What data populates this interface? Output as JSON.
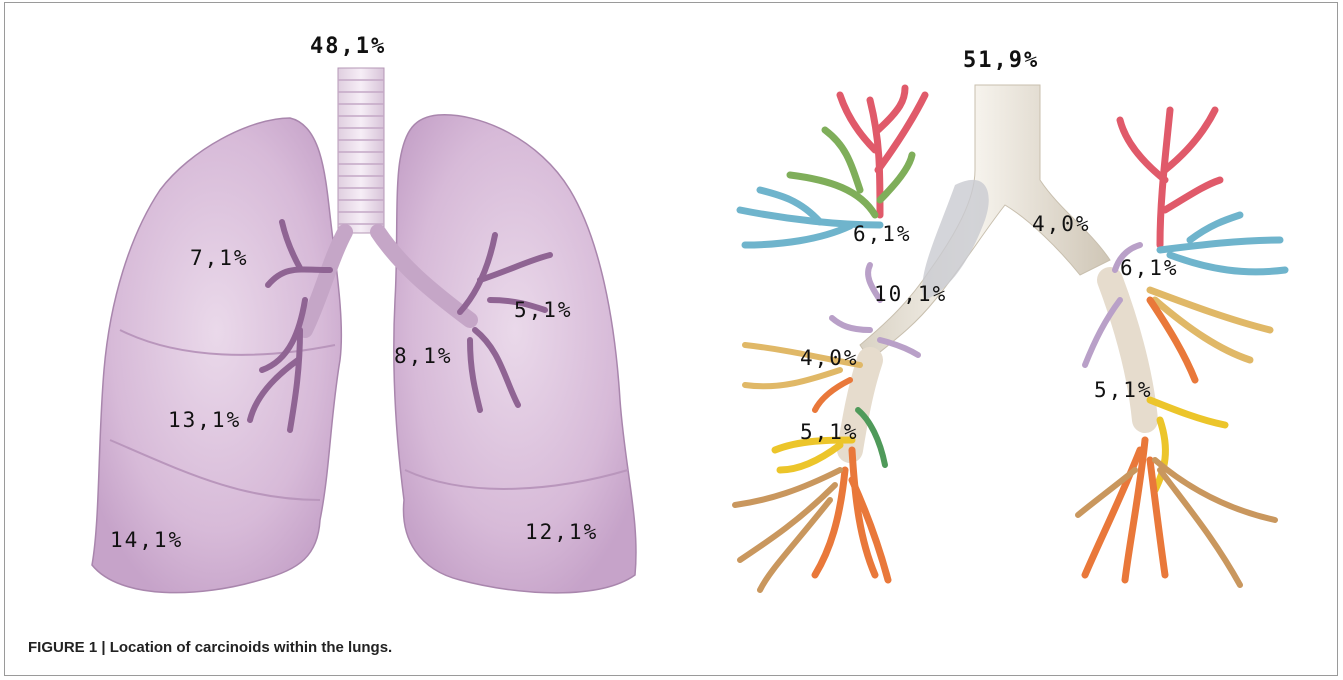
{
  "figure": {
    "caption_label": "FIGURE 1 | Location of carcinoids within the lungs."
  },
  "lungs": {
    "trachea_pct": "48,1%",
    "right_upper_pct": "7,1%",
    "right_middle_pct": "13,1%",
    "right_lower_pct": "14,1%",
    "central_pct": "8,1%",
    "left_upper_pct": "5,1%",
    "left_lower_pct": "12,1%"
  },
  "bronchi": {
    "main_pct": "51,9%",
    "right_upper_pct": "6,1%",
    "left_main_pct": "4,0%",
    "left_upper_pct": "6,1%",
    "right_intermediate_pct": "10,1%",
    "right_middle_pct": "4,0%",
    "right_lower_pct": "5,1%",
    "left_lower_pct": "5,1%"
  },
  "colors": {
    "lung_fill": "#d8bcd8",
    "lung_stroke": "#a986ad",
    "bronchus_red": "#e05a6a",
    "bronchus_green": "#7fae5a",
    "bronchus_blue": "#6fb4cc",
    "bronchus_orange": "#e9783a",
    "bronchus_yellow": "#ecc52a",
    "bronchus_tan": "#c9975e",
    "bronchus_lilac": "#b9a0c8",
    "trachea": "#e8e2d6"
  }
}
